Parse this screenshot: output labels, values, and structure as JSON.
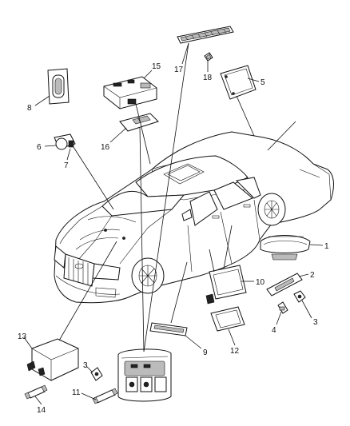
{
  "callouts": [
    {
      "id": "c1",
      "label": "1"
    },
    {
      "id": "c2",
      "label": "2"
    },
    {
      "id": "c3a",
      "label": "3"
    },
    {
      "id": "c3b",
      "label": "3"
    },
    {
      "id": "c4",
      "label": "4"
    },
    {
      "id": "c5",
      "label": "5"
    },
    {
      "id": "c6",
      "label": "6"
    },
    {
      "id": "c7",
      "label": "7"
    },
    {
      "id": "c8",
      "label": "8"
    },
    {
      "id": "c9",
      "label": "9"
    },
    {
      "id": "c10",
      "label": "10"
    },
    {
      "id": "c11",
      "label": "11"
    },
    {
      "id": "c12",
      "label": "12"
    },
    {
      "id": "c13",
      "label": "13"
    },
    {
      "id": "c14",
      "label": "14"
    },
    {
      "id": "c15",
      "label": "15"
    },
    {
      "id": "c16",
      "label": "16"
    },
    {
      "id": "c17",
      "label": "17"
    },
    {
      "id": "c18",
      "label": "18"
    }
  ]
}
